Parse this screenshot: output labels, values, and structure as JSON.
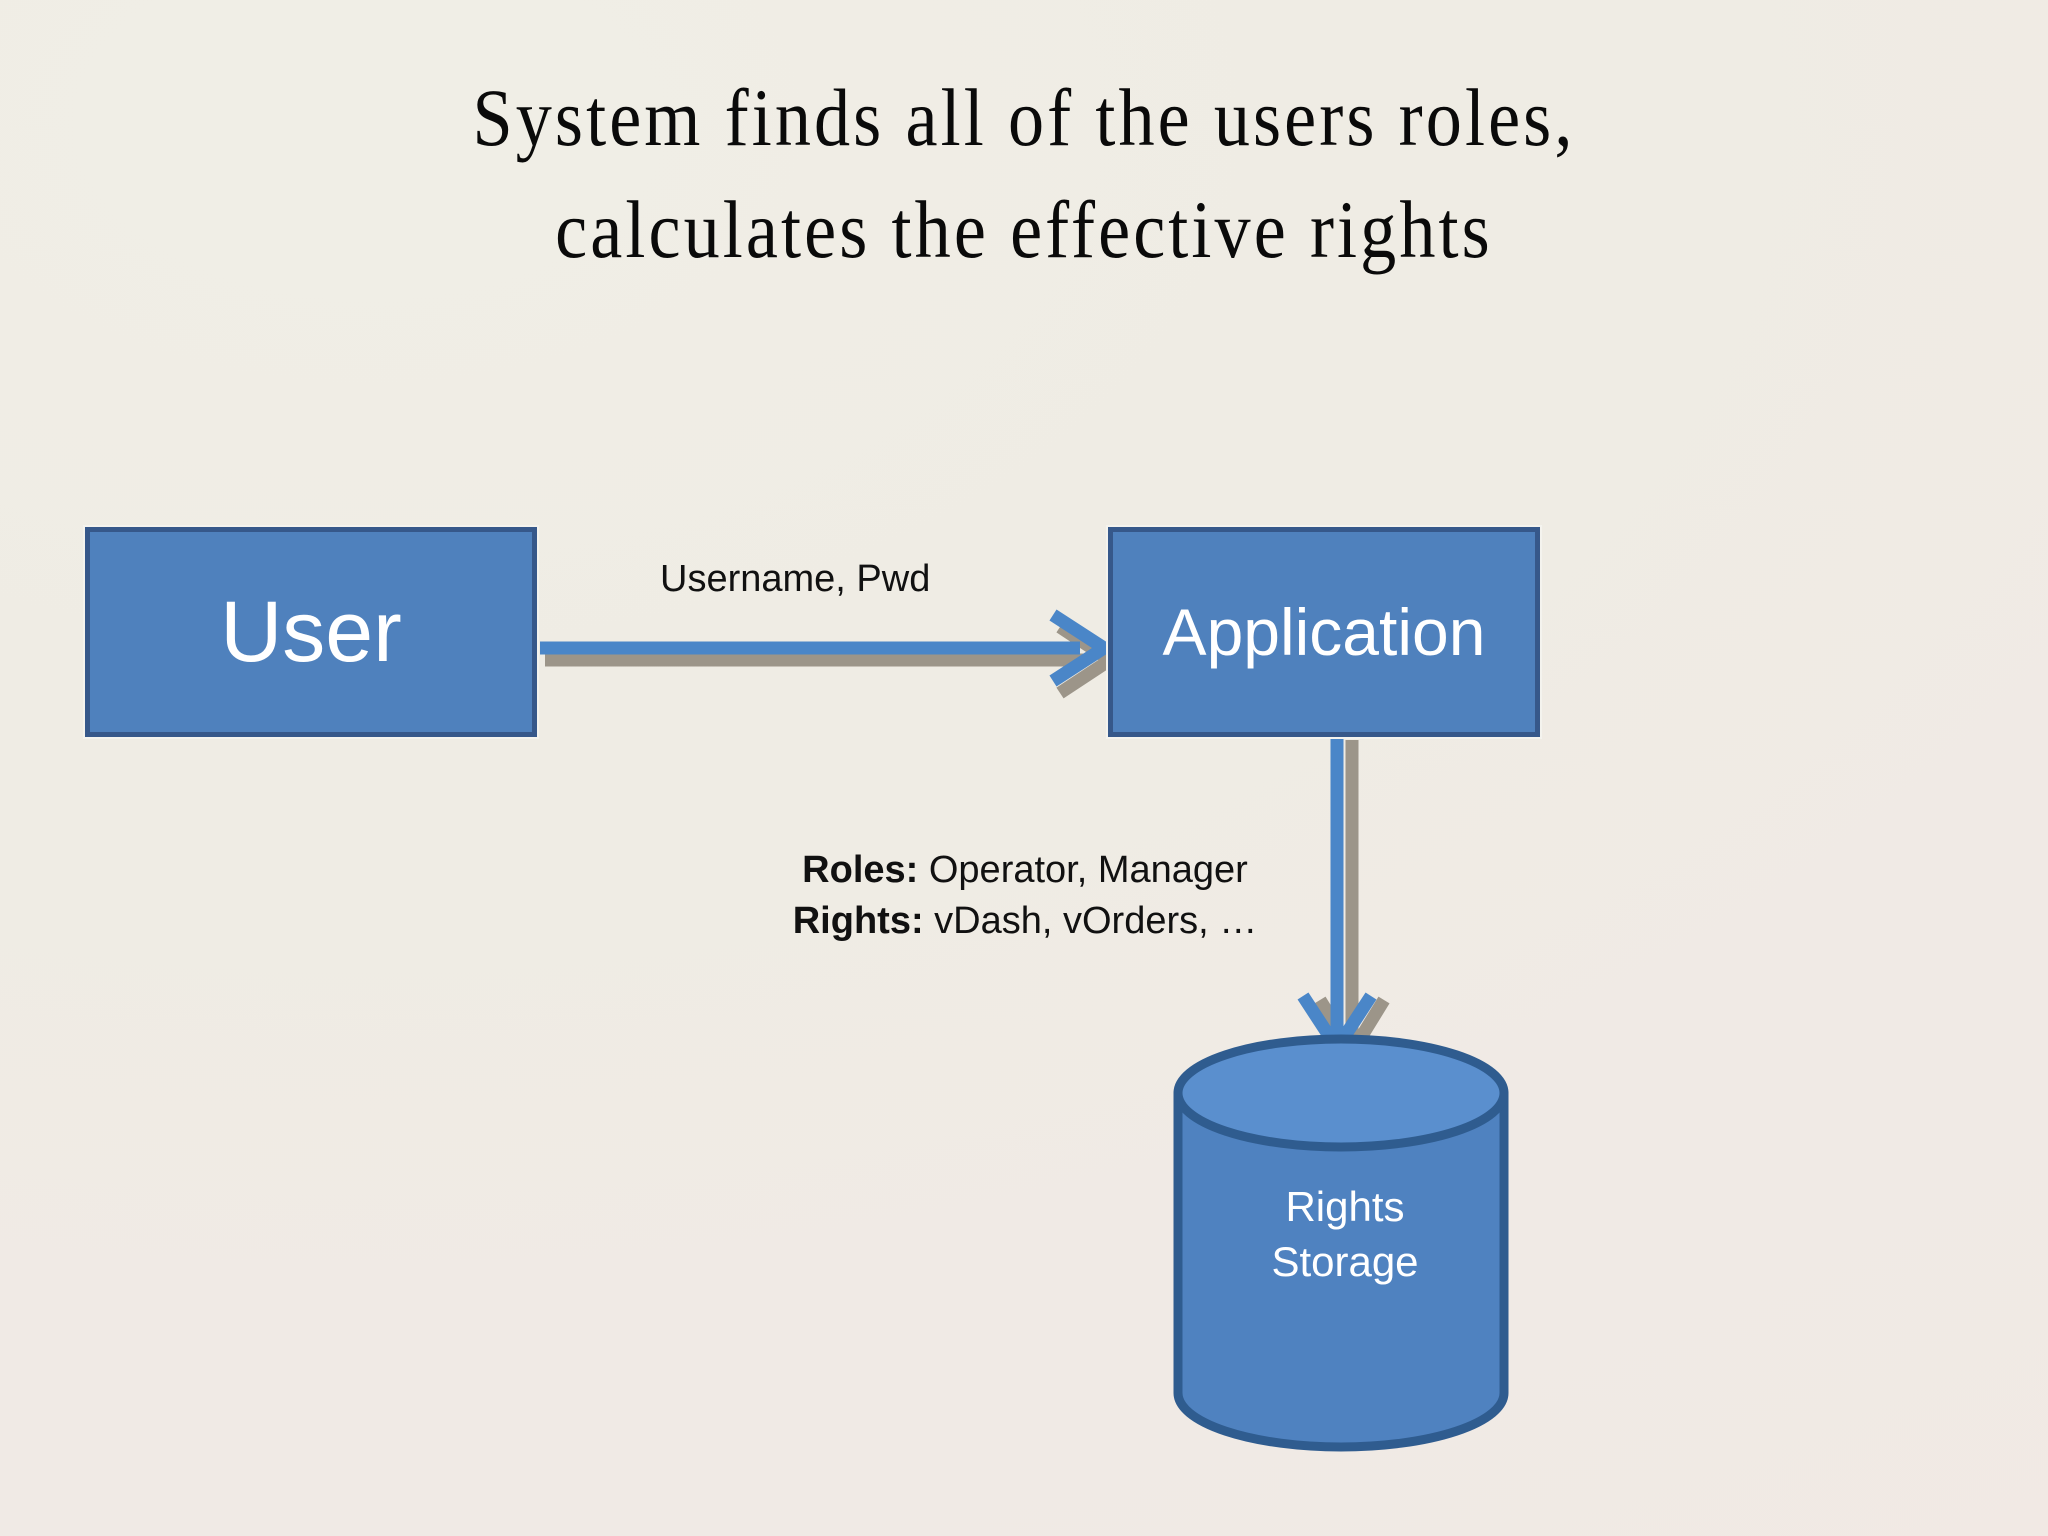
{
  "slide": {
    "title": "System finds all of the users roles,\ncalculates the effective rights",
    "background_color": "#EDEAE3"
  },
  "diagram": {
    "type": "flow",
    "accent_color": "#4F81BD",
    "border_color": "#36588A",
    "arrow_color": "#4A86C8",
    "arrow_shadow_color": "#9C9589",
    "nodes": [
      {
        "id": "user",
        "label": "User",
        "shape": "rectangle"
      },
      {
        "id": "application",
        "label": "Application",
        "shape": "rectangle"
      },
      {
        "id": "rights-storage",
        "label": "Rights\nStorage",
        "shape": "cylinder"
      }
    ],
    "edges": [
      {
        "id": "user-to-application",
        "from": "user",
        "to": "application",
        "direction": "right",
        "label": "Username, Pwd"
      },
      {
        "id": "application-to-storage",
        "from": "application",
        "to": "rights-storage",
        "direction": "down",
        "label_lines": [
          {
            "key": "Roles:",
            "value": " Operator, Manager"
          },
          {
            "key": "Rights:",
            "value": " vDash, vOrders, …"
          }
        ]
      }
    ]
  },
  "labels": {
    "username_pwd": "Username, Pwd",
    "roles_key": "Roles:",
    "roles_value": " Operator, Manager",
    "rights_key": "Rights:",
    "rights_value": " vDash, vOrders, …",
    "user": "User",
    "application": "Application",
    "rights_storage": "Rights\nStorage"
  }
}
